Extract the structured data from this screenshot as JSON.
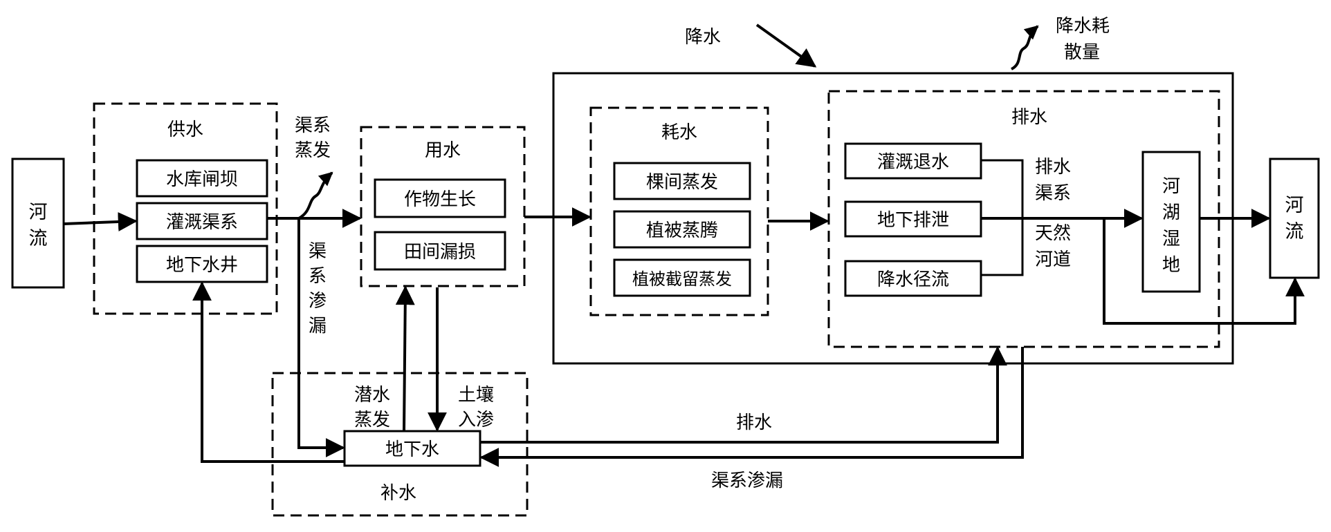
{
  "river_left": [
    "河",
    "流"
  ],
  "river_right": [
    "河",
    "流"
  ],
  "supply": {
    "title": "供水",
    "items": [
      "水库闸坝",
      "灌溉渠系",
      "地下水井"
    ]
  },
  "use": {
    "title": "用水",
    "items": [
      "作物生长",
      "田间漏损"
    ]
  },
  "consume": {
    "title": "耗水",
    "items": [
      "棵间蒸发",
      "植被蒸腾",
      "植被截留蒸发"
    ]
  },
  "drain": {
    "title": "排水",
    "items": [
      "灌溉退水",
      "地下排泄",
      "降水径流"
    ],
    "channel_label": [
      "排水",
      "渠系"
    ],
    "natural_label": [
      "天然",
      "河道"
    ],
    "wetland": [
      "河",
      "湖",
      "湿",
      "地"
    ]
  },
  "recharge": {
    "title": "补水",
    "groundwater": "地下水",
    "phreatic_evap": [
      "潜水",
      "蒸发"
    ],
    "soil_infiltration": [
      "土壤",
      "入渗"
    ]
  },
  "flows": {
    "canal_evap": [
      "渠系",
      "蒸发"
    ],
    "canal_seepage_vertical": [
      "渠",
      "系",
      "渗",
      "漏"
    ],
    "drainage": "排水",
    "canal_seepage": "渠系渗漏",
    "precip": "降水",
    "precip_evap": [
      "降水耗",
      "散量"
    ]
  }
}
